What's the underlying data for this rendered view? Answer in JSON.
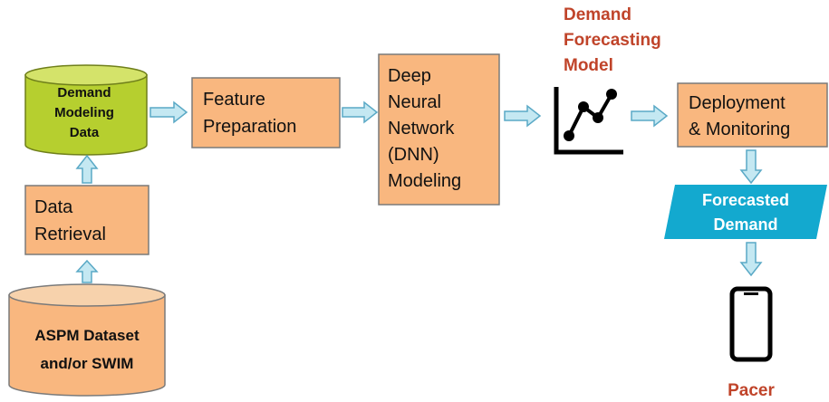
{
  "nodes": {
    "demand_modeling_data": [
      "Demand",
      "Modeling",
      "Data"
    ],
    "data_retrieval": [
      "Data",
      "Retrieval"
    ],
    "aspm_dataset": [
      "ASPM Dataset",
      "and/or SWIM"
    ],
    "feature_preparation": [
      "Feature",
      "Preparation"
    ],
    "dnn_modeling": [
      "Deep",
      "Neural",
      "Network",
      "(DNN)",
      "Modeling"
    ],
    "demand_forecasting_model": [
      "Demand",
      "Forecasting",
      "Model"
    ],
    "deployment_monitoring": [
      "Deployment",
      "& Monitoring"
    ],
    "forecasted_demand": [
      "Forecasted",
      "Demand"
    ],
    "pacer": "Pacer"
  },
  "colors": {
    "box_fill": "#f9b77f",
    "box_stroke": "#7a7a7a",
    "cylinder_top_fill": "#f7d2ac",
    "cylinder_green_fill": "#b6cf2f",
    "cylinder_green_top": "#d4e36a",
    "arrow_fill": "#c4e8f2",
    "arrow_stroke": "#5aa9c6",
    "forecast_fill": "#13a9cf",
    "label_red": "#c0442a"
  },
  "icons": [
    "line-chart-icon",
    "smartphone-icon"
  ]
}
